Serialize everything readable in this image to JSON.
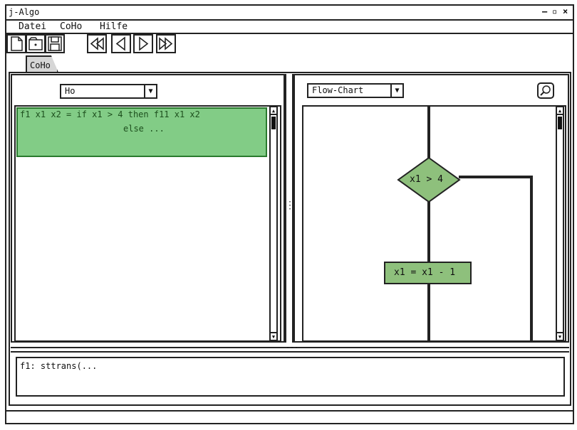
{
  "window": {
    "title": "j-Algo",
    "controls": [
      "–",
      "▫",
      "×"
    ]
  },
  "menu": {
    "items": [
      "Datei",
      "CoHo",
      "Hilfe"
    ]
  },
  "toolbar": {
    "file_buttons": [
      "new-file-icon",
      "open-file-icon",
      "save-icon"
    ],
    "nav_buttons": [
      "skip-back-icon",
      "step-back-icon",
      "step-forward-icon",
      "skip-forward-icon"
    ]
  },
  "tabs": [
    {
      "label": "CoHo"
    }
  ],
  "left_panel": {
    "dropdown_value": "Ho",
    "code_lines": [
      "f1 x1 x2 = if x1 > 4 then f11 x1 x2",
      "else ..."
    ]
  },
  "right_panel": {
    "dropdown_value": "Flow-Chart",
    "zoom_icon": "magnifier-icon",
    "decision_label": "x1 > 4",
    "process_label": "x1 = x1 - 1"
  },
  "output": {
    "text": "f1: sttrans(..."
  },
  "colors": {
    "highlight": "#82cc86",
    "node_fill": "#8ec07c",
    "stroke": "#222222"
  }
}
